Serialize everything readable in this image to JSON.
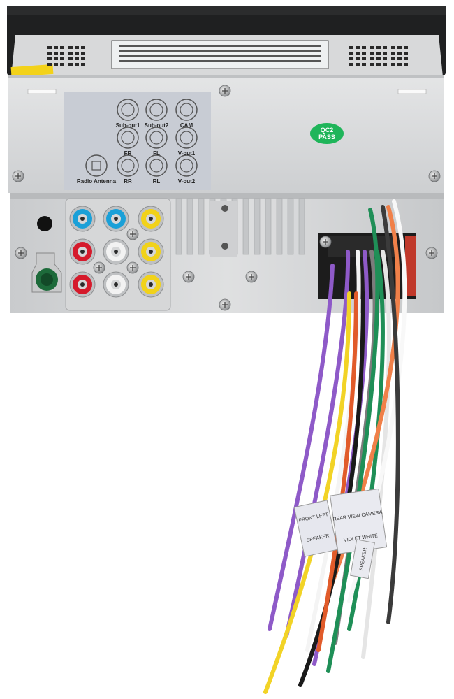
{
  "panel": {
    "connectors": {
      "sub_out1": "Sub-out1",
      "sub_out2": "Sub-out2",
      "cam": "CAM",
      "fr": "FR",
      "fl": "FL",
      "v_out1": "V-out1",
      "radio_antenna": "Radio Antenna",
      "rr": "RR",
      "rl": "RL",
      "v_out2": "V-out2"
    },
    "badge": {
      "line1": "QC2",
      "line2": "PASS"
    }
  },
  "harness_tags": {
    "tag1": "FRONT LEFT",
    "tag2": "SPEAKER",
    "tag3": "REAR VIEW CAMERA",
    "tag4": "VIOLET WHITE",
    "tag5": "SPEAKER"
  },
  "colors": {
    "chassis": "#d9dadb",
    "chassis_dark": "#1e1f20",
    "label_panel": "#c7cbd3",
    "badge_green": "#1fb55a",
    "rca_blue": "#1aa0d8",
    "rca_red": "#d51a2b",
    "rca_white": "#f2f2f2",
    "rca_yellow": "#f1d21a",
    "antenna_green": "#1d6a3a"
  }
}
